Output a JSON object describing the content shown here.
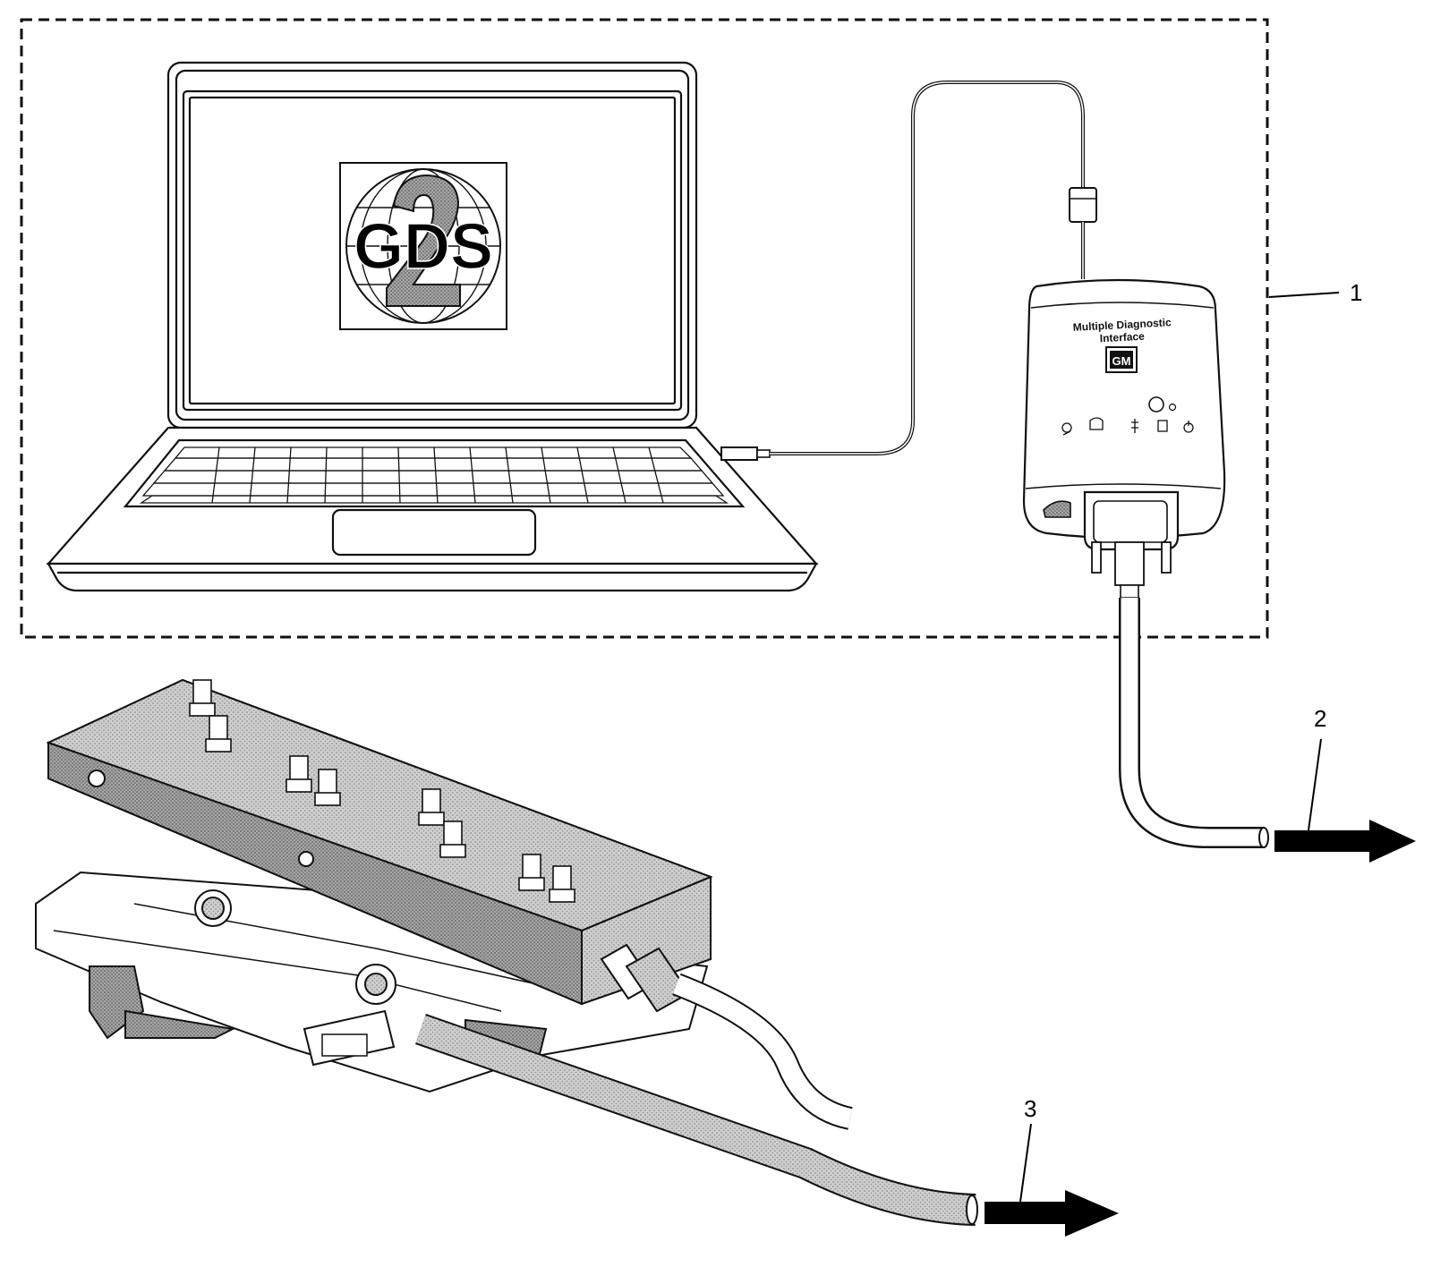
{
  "diagram": {
    "callouts": [
      {
        "id": "1",
        "label": "1"
      },
      {
        "id": "2",
        "label": "2"
      },
      {
        "id": "3",
        "label": "3"
      }
    ],
    "screen_logo": "GDS",
    "mdi_label_line1": "Multiple Diagnostic",
    "mdi_label_line2": "Interface",
    "mdi_badge": "GM"
  }
}
